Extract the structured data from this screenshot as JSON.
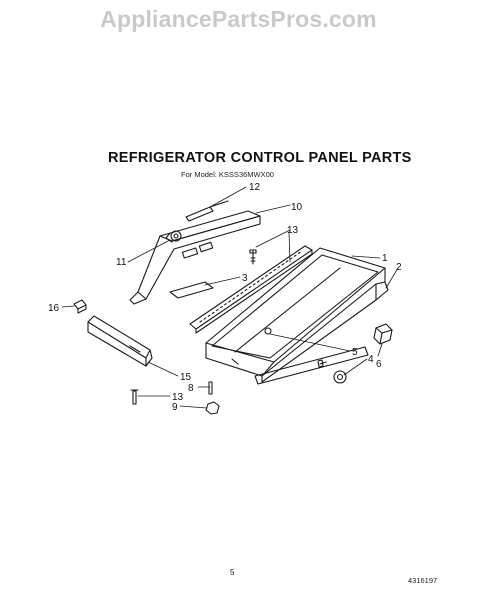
{
  "watermark": "AppliancePartsPros.com",
  "header": {
    "title": "REFRIGERATOR CONTROL PANEL PARTS",
    "model_line": "For Model: KSSS36MWX00"
  },
  "callouts": [
    "12",
    "10",
    "11",
    "13",
    "3",
    "1",
    "2",
    "16",
    "5",
    "4",
    "6",
    "15",
    "8",
    "13",
    "9"
  ],
  "footer": {
    "page_number": "5",
    "document_number": "4316197"
  }
}
